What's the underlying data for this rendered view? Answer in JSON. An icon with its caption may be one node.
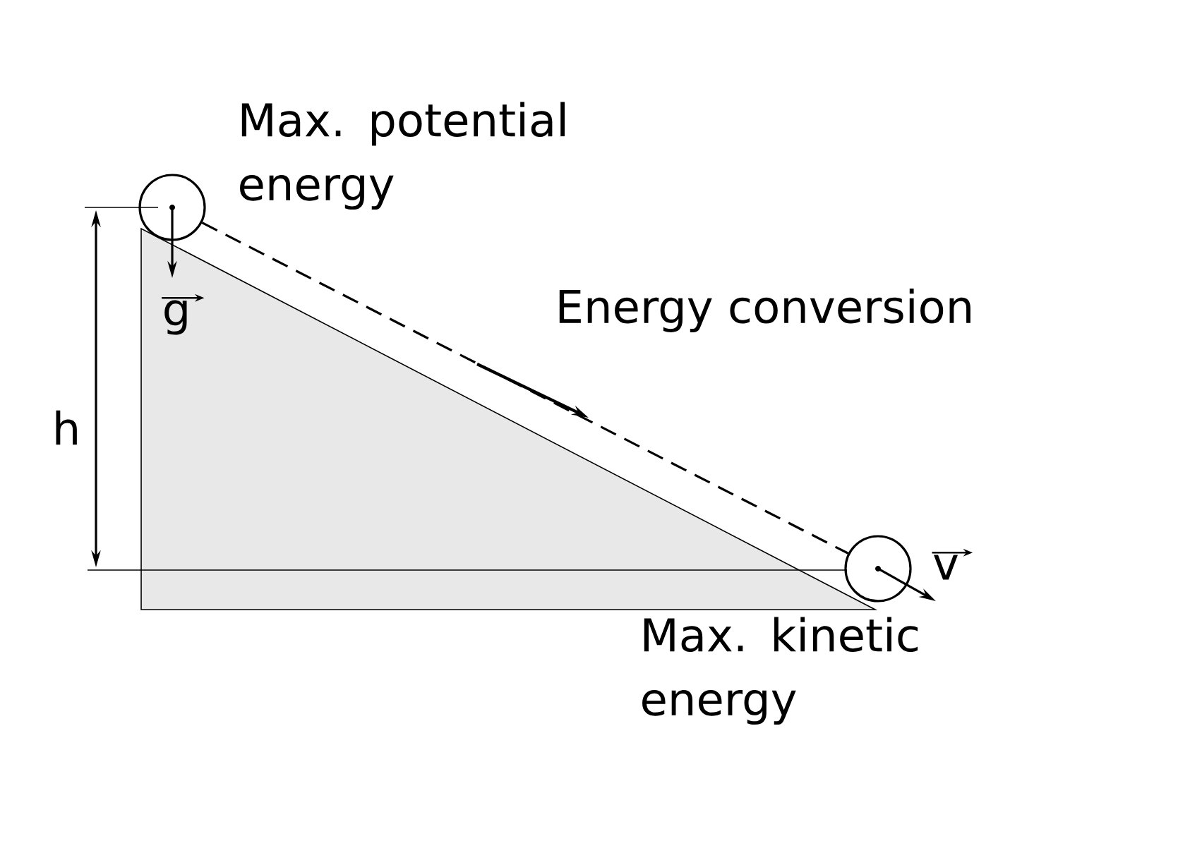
{
  "diagram": {
    "nodes": [
      {
        "text": [],
        "shape": "circle",
        "beside": [
          "Max. potential energy"
        ]
      },
      {
        "text": [],
        "shape": "circle",
        "beside": [
          "Max. kinetic energy"
        ]
      }
    ],
    "edges": [
      {
        "from": 0,
        "to": 1,
        "arrow": "none",
        "style": "dashed"
      }
    ],
    "labels": [
      "Energy conversion",
      "h",
      "g",
      "v"
    ]
  }
}
